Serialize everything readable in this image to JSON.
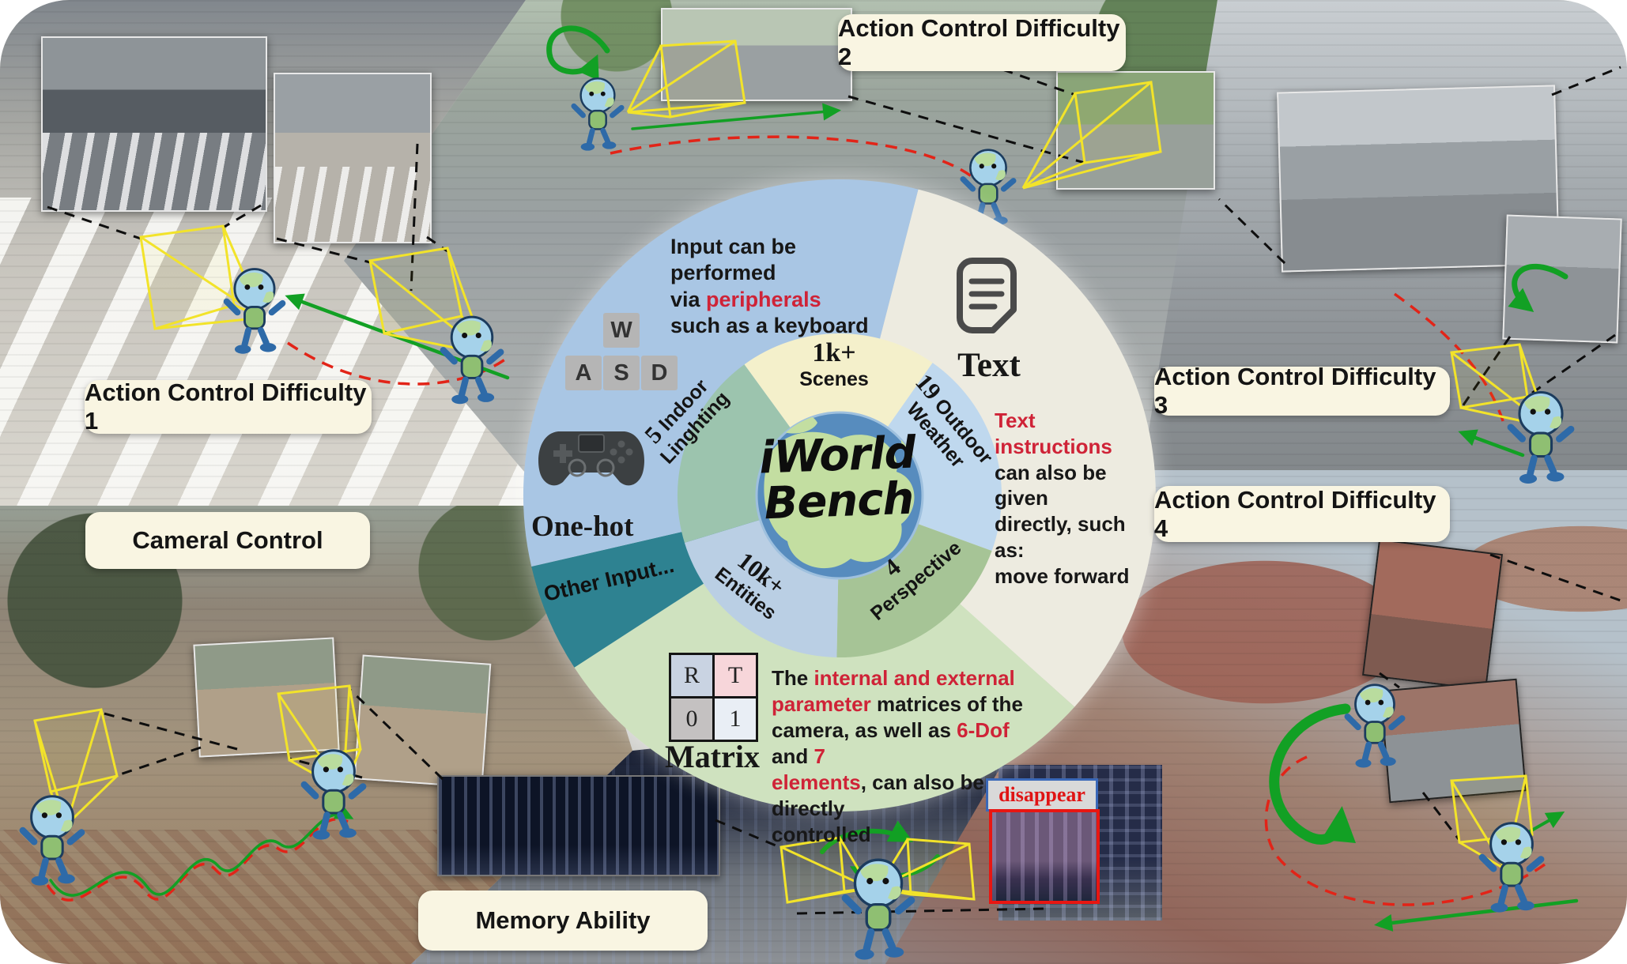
{
  "figure": {
    "badges": {
      "acd1": "Action Control Difficulty 1",
      "acd2": "Action Control Difficulty 2",
      "acd3": "Action Control Difficulty 3",
      "acd4": "Action Control Difficulty 4",
      "camera": "Cameral Control",
      "memory": "Memory Ability"
    },
    "center": {
      "title_line1": "iWorld",
      "title_line2": "Bench"
    },
    "ring": [
      {
        "value": "1k+",
        "label": "Scenes"
      },
      {
        "value": "19",
        "label": "Outdoor Weather"
      },
      {
        "value": "4",
        "label": "Perspective"
      },
      {
        "value": "10k+",
        "label": "Entities"
      },
      {
        "value": "5",
        "label": "Indoor Linghting"
      }
    ],
    "sectors": {
      "input": {
        "text_parts": [
          {
            "t": "Input can be performed\nvia  "
          },
          {
            "t": "peripherals",
            "c": "r"
          },
          {
            "t": "\nsuch as a keyboard"
          }
        ],
        "keys": [
          "W",
          "A",
          "S",
          "D"
        ],
        "gamepad_label": "One-hot",
        "other_label": "Other Input..."
      },
      "text": {
        "icon_label": "Text",
        "instr_parts": [
          {
            "t": "Text instructions",
            "c": "r"
          },
          {
            "t": "\ncan also be given\ndirectly, such as:\nmove forward"
          }
        ]
      },
      "matrix": {
        "cells": [
          "R",
          "T",
          "0",
          "1"
        ],
        "label": "Matrix",
        "desc_parts": [
          {
            "t": "The "
          },
          {
            "t": "internal and external",
            "c": "r"
          },
          {
            "t": "\n"
          },
          {
            "t": "parameter",
            "c": "r"
          },
          {
            "t": " matrices of the\ncamera, as well as "
          },
          {
            "t": "6-Dof",
            "c": "r"
          },
          {
            "t": " and "
          },
          {
            "t": "7",
            "c": "r"
          },
          {
            "t": "\n"
          },
          {
            "t": "elements",
            "c": "r"
          },
          {
            "t": ",  can also be directly\ncontrolled"
          }
        ]
      }
    },
    "annotations": {
      "disappear": "disappear"
    },
    "colors": {
      "sector_blue": "#a9c6e4",
      "sector_beige": "#edebe0",
      "sector_green": "#cfe2bf",
      "sector_teal": "#2e8291",
      "ring_scenes": "#f4f0cb",
      "ring_weather": "#bfd8ee",
      "ring_perspective": "#a6c496",
      "ring_entities": "#bacfe4",
      "ring_indoor": "#9cc4ae",
      "globe_sea": "#578cbe",
      "globe_land": "#c3dea1",
      "accent_red": "#cf2337",
      "arrow_green": "#12a024",
      "frustum_yellow": "#f2e32a",
      "dashed_red": "#e22418"
    }
  }
}
